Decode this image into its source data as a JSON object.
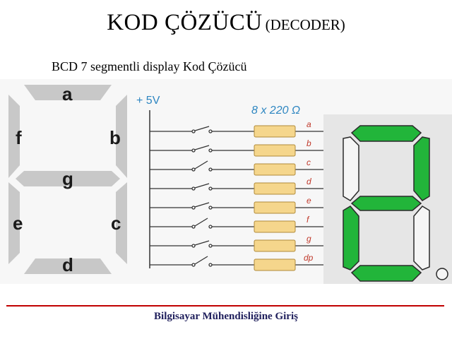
{
  "header": {
    "title": "KOD ÇÖZÜCÜ",
    "title_suffix": "(DECODER)"
  },
  "subtitle": "BCD 7 segmentli display Kod Çözücü",
  "diagram": {
    "segment_letters": [
      "a",
      "b",
      "c",
      "d",
      "e",
      "f",
      "g"
    ],
    "supply_label": "+ 5V",
    "resistor_label": "8 x 220 Ω",
    "line_labels": [
      "a",
      "b",
      "c",
      "d",
      "e",
      "f",
      "g",
      "dp"
    ],
    "colors": {
      "segment_on": "#22b53a",
      "segment_off": "#f5f5f5",
      "label_segment_bg": "#c8c8c8",
      "resistor": "#f5d68c",
      "wire_label": "#c0392b",
      "supply": "#2e86c1"
    }
  },
  "footer": {
    "text": "Bilgisayar Mühendisliğine Giriş"
  }
}
